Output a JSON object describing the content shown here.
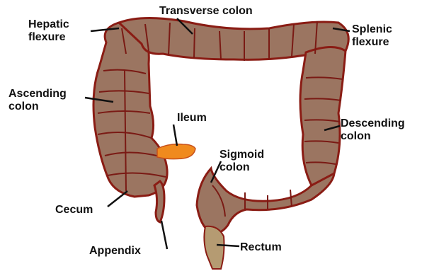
{
  "labels": {
    "hepatic_flexure": [
      "Hepatic",
      "flexure"
    ],
    "transverse_colon": "Transverse colon",
    "splenic_flexure": [
      "Splenic",
      "flexure"
    ],
    "ascending_colon": [
      "Ascending",
      "colon"
    ],
    "ileum": "Ileum",
    "descending_colon": [
      "Descending",
      "colon"
    ],
    "sigmoid_colon": [
      "Sigmoid",
      "colon"
    ],
    "cecum": "Cecum",
    "rectum": "Rectum",
    "appendix": "Appendix"
  },
  "colors": {
    "colon_fill": "#9b7561",
    "colon_outline": "#8a1c14",
    "haustra_line": "#7a1a14",
    "ileum_fill": "#f08a1e",
    "ileum_outline": "#c8501a",
    "rectum_fill": "#b59b72",
    "leader_line": "#111111"
  }
}
